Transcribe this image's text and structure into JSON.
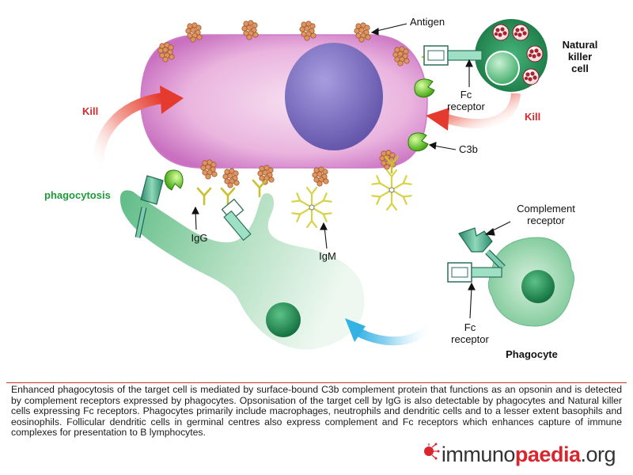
{
  "labels": {
    "antigen": "Antigen",
    "natural_killer_cell": [
      "Natural",
      "killer",
      "cell"
    ],
    "fc_receptor_top": [
      "Fc",
      "receptor"
    ],
    "kill_left": "Kill",
    "kill_right": "Kill",
    "c3b": "C3b",
    "phagocytosis": "phagocytosis",
    "igg": "IgG",
    "igm": "IgM",
    "complement_receptor": [
      "Complement",
      "receptor"
    ],
    "fc_receptor_bottom": [
      "Fc",
      "receptor"
    ],
    "phagocyte": "Phagocyte"
  },
  "caption": "Enhanced phagocytosis of the target cell is mediated by surface-bound C3b complement protein that functions as an opsonin and is detected by complement receptors expressed by phagocytes.  Opsonisation of the target cell by IgG is also detectable by phagocytes and Natural killer cells expressing Fc receptors. Phagocytes primarily include macrophages, neutrophils and dendritic cells and to a lesser extent basophils and eosinophils. Follicular dendritic cells in germinal centres also express complement and Fc receptors which enhances capture of immune complexes for presentation to B lymphocytes.",
  "brand": {
    "part1": "immuno",
    "part2": "paedia",
    "part3": ".org"
  },
  "colors": {
    "target_cell": "#e6a7d9",
    "nucleus": "#7e71c2",
    "nk_cell": "#2e9a60",
    "phagocyte": "#6cc08b",
    "kill_arrow": "#e53b2e",
    "blue_arrow": "#34b2e3",
    "antigen": "#e0945f",
    "antibody": "#d7d24a",
    "receptor": "#5fb89a",
    "c3b": "#7ed321"
  },
  "icons": [
    "antigen-cluster-icon",
    "igg-antibody-icon",
    "igm-pentamer-icon",
    "fc-receptor-icon",
    "complement-receptor-icon",
    "c3b-icon"
  ]
}
